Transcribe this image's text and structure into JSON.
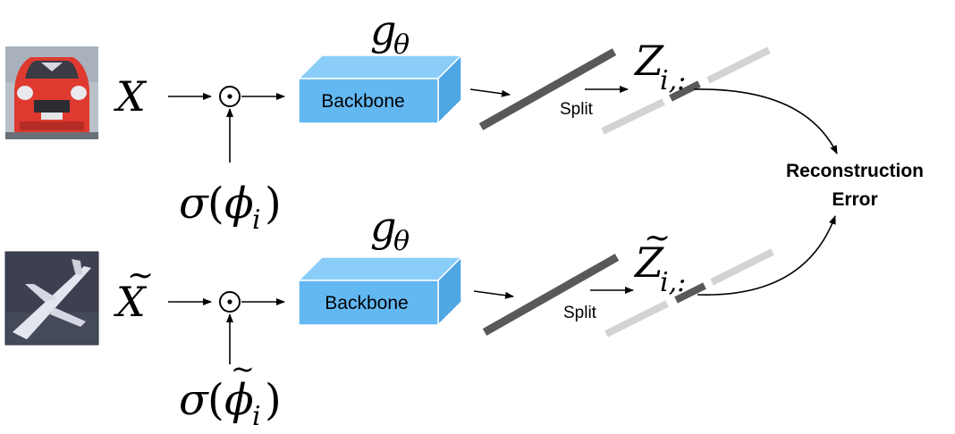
{
  "top_branch": {
    "input_image": "car-photo",
    "input_symbol": "X",
    "mask_operator": "⊙",
    "mask_label": {
      "sigma": "σ",
      "open": "(",
      "phi": "ϕ",
      "sub": "i",
      "close": ")"
    },
    "model_label": {
      "base": "g",
      "sub": "θ"
    },
    "backbone_label": "Backbone",
    "split_label": "Split",
    "output_label": {
      "base": "Z",
      "sub": "i,:"
    }
  },
  "bottom_branch": {
    "input_image": "airplane-photo",
    "input_symbol": "X",
    "input_tilde": "~",
    "mask_operator": "⊙",
    "mask_label": {
      "sigma": "σ",
      "open": "(",
      "phi": "ϕ",
      "tilde": "~",
      "sub": "i",
      "close": ")"
    },
    "model_label": {
      "base": "g",
      "sub": "θ"
    },
    "backbone_label": "Backbone",
    "split_label": "Split",
    "output_label": {
      "base": "Z",
      "tilde": "~",
      "sub": "i,:"
    }
  },
  "loss": {
    "line1": "Reconstruction",
    "line2": "Error"
  },
  "colors": {
    "backbone_front": "#63b8f2",
    "backbone_top": "#8acdf8",
    "backbone_side": "#4ea6e4",
    "feature_bar": "#595959",
    "split_dash": "#d3d3d3",
    "car_body": "#e03a30",
    "plane_bg": "#3c4050"
  }
}
